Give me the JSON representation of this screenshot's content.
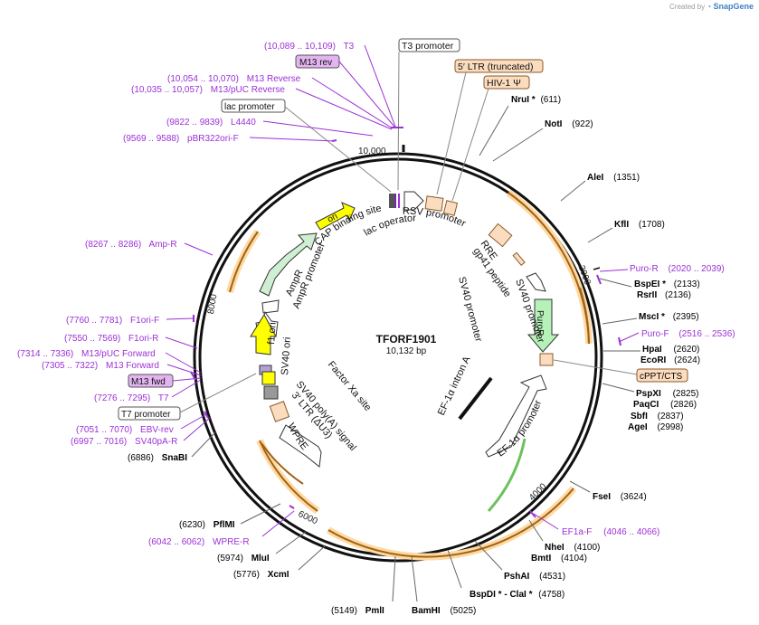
{
  "watermark": {
    "prefix": "Created by",
    "brand": "SnapGene"
  },
  "plasmid": {
    "name": "TFORF1901",
    "size_label": "10,132 bp",
    "length": 10132
  },
  "colors": {
    "backbone": "#111111",
    "primer": "#9b30d6",
    "site": "#000000",
    "orf": "#ffa500",
    "feature_peach": "#fcdcbf",
    "ampr": "#cfefd2",
    "ori": "#ffff00",
    "purR": "#b6f1b7",
    "enzyme_line": "#555555"
  },
  "ticks": [
    {
      "label": "2000",
      "pos": 2000
    },
    {
      "label": "4000",
      "pos": 4000
    },
    {
      "label": "6000",
      "pos": 6000
    },
    {
      "label": "8000",
      "pos": 8000
    },
    {
      "label": "10,000",
      "pos": 10000
    }
  ],
  "right_labels": [
    {
      "name": "NruI *",
      "coord": "(611)",
      "kind": "site"
    },
    {
      "name": "NotI",
      "coord": "(922)",
      "kind": "site"
    },
    {
      "name": "AleI",
      "coord": "(1351)",
      "kind": "site"
    },
    {
      "name": "KflI",
      "coord": "(1708)",
      "kind": "site"
    },
    {
      "name": "Puro-R",
      "coord": "(2020 .. 2039)",
      "kind": "primer"
    },
    {
      "name": "BspEI *",
      "coord": "(2133)",
      "kind": "site"
    },
    {
      "name": "RsrII",
      "coord": "(2136)",
      "kind": "site"
    },
    {
      "name": "MscI *",
      "coord": "(2395)",
      "kind": "site"
    },
    {
      "name": "Puro-F",
      "coord": "(2516 .. 2536)",
      "kind": "primer"
    },
    {
      "name": "HpaI",
      "coord": "(2620)",
      "kind": "site"
    },
    {
      "name": "EcoRI",
      "coord": "(2624)",
      "kind": "site"
    },
    {
      "name": "cPPT/CTS",
      "coord": "",
      "kind": "feature"
    },
    {
      "name": "PspXI",
      "coord": "(2825)",
      "kind": "site"
    },
    {
      "name": "PaqCI",
      "coord": "(2826)",
      "kind": "site"
    },
    {
      "name": "SbfI",
      "coord": "(2837)",
      "kind": "site"
    },
    {
      "name": "AgeI",
      "coord": "(2998)",
      "kind": "site"
    },
    {
      "name": "FseI",
      "coord": "(3624)",
      "kind": "site"
    },
    {
      "name": "EF1a-F",
      "coord": "(4046 .. 4066)",
      "kind": "primer"
    },
    {
      "name": "NheI",
      "coord": "(4100)",
      "kind": "site"
    },
    {
      "name": "BmtI",
      "coord": "(4104)",
      "kind": "site"
    },
    {
      "name": "PshAI",
      "coord": "(4531)",
      "kind": "site"
    },
    {
      "name": "BspDI * - ClaI *",
      "coord": "(4758)",
      "kind": "site"
    },
    {
      "name": "BamHI",
      "coord": "(5025)",
      "kind": "site"
    },
    {
      "name": "PmlI",
      "coord": "(5149)",
      "kind": "site"
    },
    {
      "name": "XcmI",
      "coord": "(5776)",
      "kind": "site"
    },
    {
      "name": "MluI",
      "coord": "(5974)",
      "kind": "site"
    },
    {
      "name": "WPRE-R",
      "coord": "(6042 .. 6062)",
      "kind": "primer"
    },
    {
      "name": "PflMI",
      "coord": "(6230)",
      "kind": "site"
    },
    {
      "name": "SnaBI",
      "coord": "(6886)",
      "kind": "site"
    }
  ],
  "top_labels": [
    {
      "name": "T3 promoter",
      "kind": "feature_box"
    },
    {
      "name": "5′ LTR (truncated)",
      "kind": "feature_box"
    },
    {
      "name": "HIV-1 Ψ",
      "kind": "feature_box"
    }
  ],
  "left_labels": [
    {
      "name": "T3",
      "coord": "(10,089 .. 10,109)",
      "kind": "primer"
    },
    {
      "name": "M13 rev",
      "coord": "",
      "kind": "primer_box"
    },
    {
      "name": "M13 Reverse",
      "coord": "(10,054 .. 10,070)",
      "kind": "primer"
    },
    {
      "name": "M13/pUC Reverse",
      "coord": "(10,035 .. 10,057)",
      "kind": "primer"
    },
    {
      "name": "lac promoter",
      "coord": "",
      "kind": "feature_box"
    },
    {
      "name": "L4440",
      "coord": "(9822 .. 9839)",
      "kind": "primer"
    },
    {
      "name": "pBR322ori-F",
      "coord": "(9569 .. 9588)",
      "kind": "primer"
    },
    {
      "name": "Amp-R",
      "coord": "(8267 .. 8286)",
      "kind": "primer"
    },
    {
      "name": "F1ori-F",
      "coord": "(7760 .. 7781)",
      "kind": "primer"
    },
    {
      "name": "F1ori-R",
      "coord": "(7550 .. 7569)",
      "kind": "primer"
    },
    {
      "name": "M13/pUC Forward",
      "coord": "(7314 .. 7336)",
      "kind": "primer"
    },
    {
      "name": "M13 Forward",
      "coord": "(7305 .. 7322)",
      "kind": "primer"
    },
    {
      "name": "M13 fwd",
      "coord": "",
      "kind": "primer_box"
    },
    {
      "name": "T7",
      "coord": "(7276 .. 7295)",
      "kind": "primer"
    },
    {
      "name": "T7 promoter",
      "coord": "",
      "kind": "feature_box"
    },
    {
      "name": "EBV-rev",
      "coord": "(7051 .. 7070)",
      "kind": "primer"
    },
    {
      "name": "SV40pA-R",
      "coord": "(6997 .. 7016)",
      "kind": "primer"
    }
  ],
  "inner_labels": [
    "CAP binding site",
    "lac operator",
    "RSV promoter",
    "ori",
    "AmpR",
    "AmpR promoter",
    "f1 ori",
    "SV40 ori",
    "RRE",
    "gp41 peptide",
    "SV40 promoter",
    "PuroR",
    "SV40 promoter",
    "EF-1α intron A",
    "EF-1α promoter",
    "Factor Xa site",
    "SV40 poly(A) signal",
    "3′ LTR (ΔU3)",
    "WPRE"
  ]
}
